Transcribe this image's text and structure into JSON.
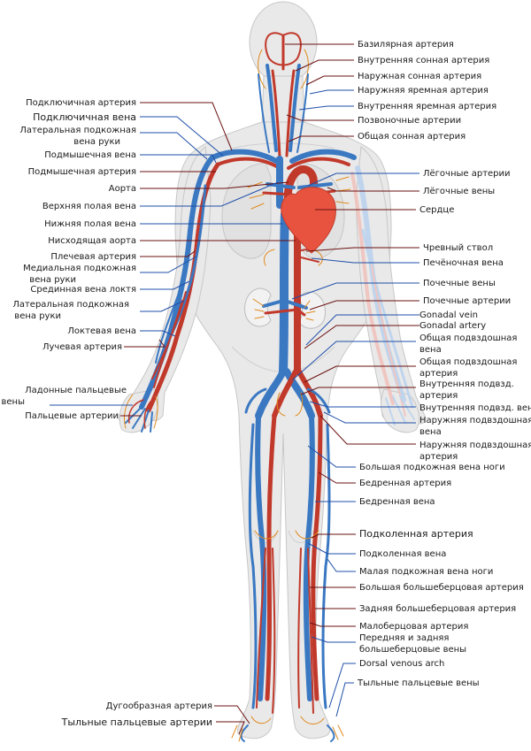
{
  "labels_left": [
    "Подключичная артерия",
    "Подключичная вена",
    "Латеральная подкожная",
    "вена руки",
    "Подмышечная вена",
    "Подмышечная артерия",
    "Аорта",
    "Верхняя полая вена",
    "Нижняя полая вена",
    "Нисходящая аорта",
    "Плечевая артерия",
    "Медиальная подкожная",
    "вена руки",
    "Срединная вена локтя",
    "Латеральная подкожная",
    "вена руки",
    "Локтевая вена",
    "Лучевая артерия",
    "Ладонные пальцевые",
    "вены",
    "Пальцевые артерии",
    "Дугообразная артерия",
    "Тыльные пальцевые артерии"
  ],
  "labels_right": [
    "Базилярная артерия",
    "Внутренняя сонная артерия",
    "Наружная сонная артерия",
    "Наружняя яремная артерия",
    "Внутренняя яремная артерия",
    "Позвоночные артерии",
    "Общая сонная артерия",
    "Лёгочные артерии",
    "Лёгочные вены",
    "Сердце",
    "Чревный ствол",
    "Печёночная вена",
    "Почечные вены",
    "Почечные артерии",
    "Gonadal vein",
    "Gonadal artery",
    "Общая подвздошная",
    "вена",
    "Общая подвздошная",
    "артерия",
    "Внутренняя подвзд.",
    "артерия",
    "Внутренняя подвзд. вена",
    "Наружняя подвздошная",
    "вена",
    "Наружняя подвздошная",
    "артерия",
    "Большая подкожная вена ноги",
    "Бедренная артерия",
    "Бедренная вена",
    "Подколенная артерия",
    "Подколенная вена",
    "Малая подкожная вена ноги",
    "Большая большеберцовая артерия",
    "Задняя большеберцовая артерия",
    "Малоберцовая артерия",
    "Передняя и задняя",
    "большеберцовые вены",
    "Dorsal venous arch",
    "Тыльные пальцевые вены"
  ],
  "colors": {
    "vein": "#3a78c2",
    "artery": "#c1392b",
    "capillary": "#e08a1e",
    "heart": "#e8533f",
    "body": "#e9e9e9"
  }
}
